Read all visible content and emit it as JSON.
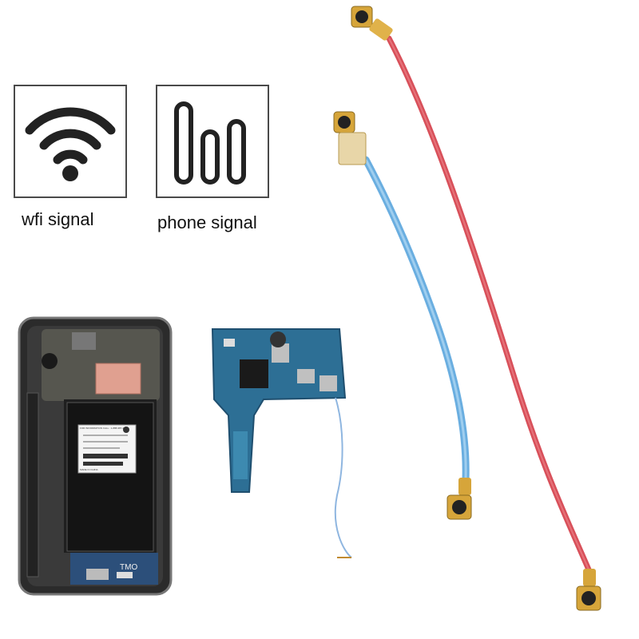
{
  "legend": {
    "wifi": {
      "label": "wfi signal",
      "icon": "wifi-icon"
    },
    "phone": {
      "label": "phone signal",
      "icon": "signal-bars-icon"
    }
  },
  "cables": {
    "wifi_cable_color": "#6aaee0",
    "phone_cable_color": "#d8505a",
    "connector_color": "#d6a53a"
  },
  "phone": {
    "sticker_brand": "TMO",
    "label_line1": "FOR INFORMATION CALL : 1-888-987-4357",
    "label_line2": "MADE IN CHINA"
  }
}
